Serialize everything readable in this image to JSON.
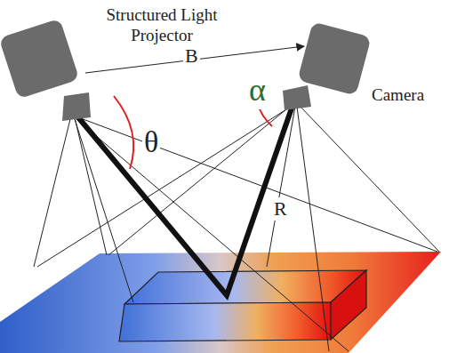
{
  "diagram": {
    "labels": [
      "Structured Light Projector",
      "B",
      "θ",
      "α",
      "R",
      "Camera"
    ]
  }
}
